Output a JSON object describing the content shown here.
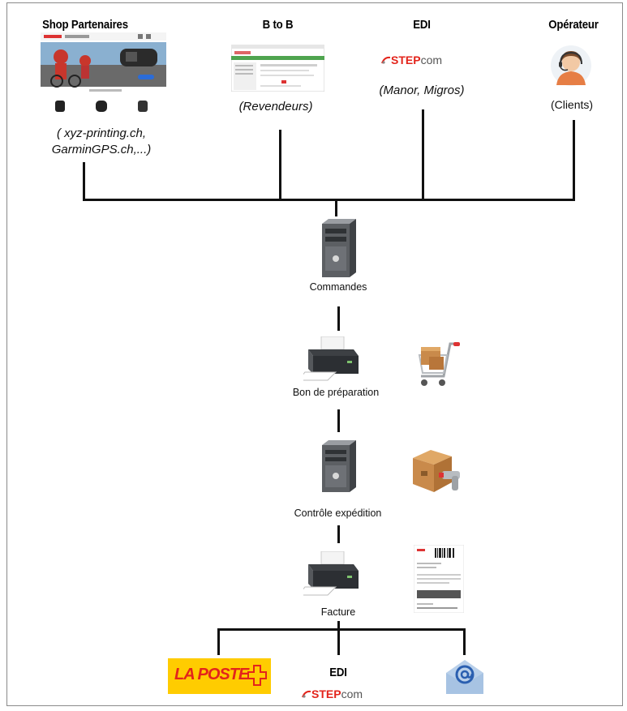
{
  "top": {
    "shop": {
      "title": "Shop Partenaires",
      "caption_line1": "( xyz-printing.ch,",
      "caption_line2": "GarminGPS.ch,...)"
    },
    "b2b": {
      "title": "B to B",
      "caption": "(Revendeurs)"
    },
    "edi": {
      "title": "EDI",
      "logo_a": "STEP",
      "logo_b": "com",
      "caption": "(Manor, Migros)"
    },
    "operator": {
      "title": "Opérateur",
      "caption": "(Clients)"
    }
  },
  "flow": {
    "orders": "Commandes",
    "prep": "Bon de préparation",
    "control": "Contrôle expédition",
    "invoice": "Facture"
  },
  "bottom": {
    "poste": "LA POSTE",
    "edi_title": "EDI",
    "edi_logo_a": "STEP",
    "edi_logo_b": "com"
  },
  "colors": {
    "line": "#111111",
    "poste_yellow": "#ffcc00",
    "poste_red": "#e3241b",
    "stepcom_red": "#e3241b",
    "server_gray": "#5c5f63"
  }
}
